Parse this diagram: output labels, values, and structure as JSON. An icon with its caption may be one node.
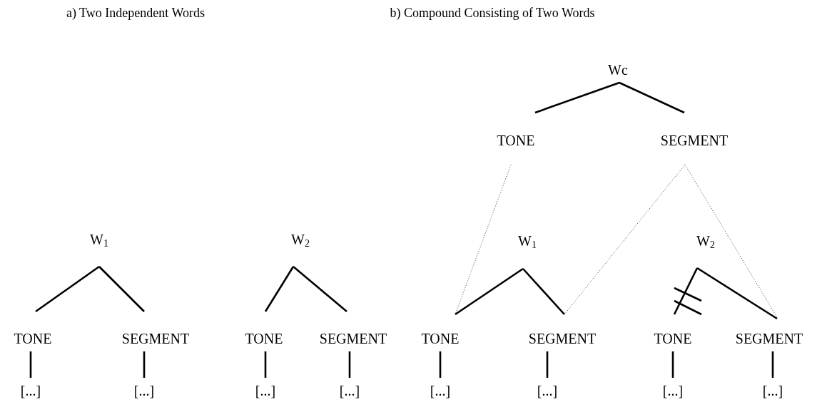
{
  "diagram": {
    "nodes": [
      {
        "text": [
          "W$_{1}$"
        ]
      },
      {
        "text": [
          "TONE"
        ]
      },
      {
        "text": [
          "SEGMENT"
        ]
      },
      {
        "text": [
          "[...]"
        ]
      },
      {
        "text": [
          "[...]"
        ]
      },
      {
        "text": [
          "W$_{2}$"
        ]
      },
      {
        "text": [
          "TONE"
        ]
      },
      {
        "text": [
          "SEGMENT"
        ]
      },
      {
        "text": [
          "[...]"
        ]
      },
      {
        "text": [
          "[...]"
        ]
      },
      {
        "text": [
          "Wc"
        ]
      },
      {
        "text": [
          "TONE"
        ]
      },
      {
        "text": [
          "SEGMENT"
        ]
      },
      {
        "text": [
          "W$_{1}$"
        ]
      },
      {
        "text": [
          "TONE"
        ]
      },
      {
        "text": [
          "SEGMENT"
        ]
      },
      {
        "text": [
          "[...]"
        ]
      },
      {
        "text": [
          "[...]"
        ]
      },
      {
        "text": [
          "W$_{2}$"
        ]
      },
      {
        "text": [
          "TONE"
        ]
      },
      {
        "text": [
          "SEGMENT"
        ]
      },
      {
        "text": [
          "[...]"
        ]
      },
      {
        "text": [
          "[...]"
        ]
      }
    ],
    "edges": [
      {
        "from": 0,
        "to": 1,
        "arrow": "none"
      },
      {
        "from": 0,
        "to": 2,
        "arrow": "none"
      },
      {
        "from": 1,
        "to": 3,
        "arrow": "none"
      },
      {
        "from": 2,
        "to": 4,
        "arrow": "none"
      },
      {
        "from": 5,
        "to": 6,
        "arrow": "none"
      },
      {
        "from": 5,
        "to": 7,
        "arrow": "none"
      },
      {
        "from": 6,
        "to": 8,
        "arrow": "none"
      },
      {
        "from": 7,
        "to": 9,
        "arrow": "none"
      },
      {
        "from": 10,
        "to": 11,
        "arrow": "none"
      },
      {
        "from": 10,
        "to": 12,
        "arrow": "none"
      },
      {
        "from": 11,
        "to": 14,
        "arrow": "none",
        "style": "dashed"
      },
      {
        "from": 12,
        "to": 15,
        "arrow": "none",
        "style": "dashed"
      },
      {
        "from": 12,
        "to": 20,
        "arrow": "none",
        "style": "dashed"
      },
      {
        "from": 13,
        "to": 14,
        "arrow": "none"
      },
      {
        "from": 13,
        "to": 15,
        "arrow": "none"
      },
      {
        "from": 18,
        "to": 19,
        "arrow": "none"
      },
      {
        "from": 18,
        "to": 20,
        "arrow": "none"
      },
      {
        "from": 14,
        "to": 16,
        "arrow": "none"
      },
      {
        "from": 15,
        "to": 17,
        "arrow": "none"
      },
      {
        "from": 19,
        "to": 21,
        "arrow": "none"
      },
      {
        "from": 20,
        "to": 22,
        "arrow": "none"
      }
    ],
    "labels": [
      "a) Two Independent Words",
      "b) Compound Consisting of Two Words"
    ]
  }
}
